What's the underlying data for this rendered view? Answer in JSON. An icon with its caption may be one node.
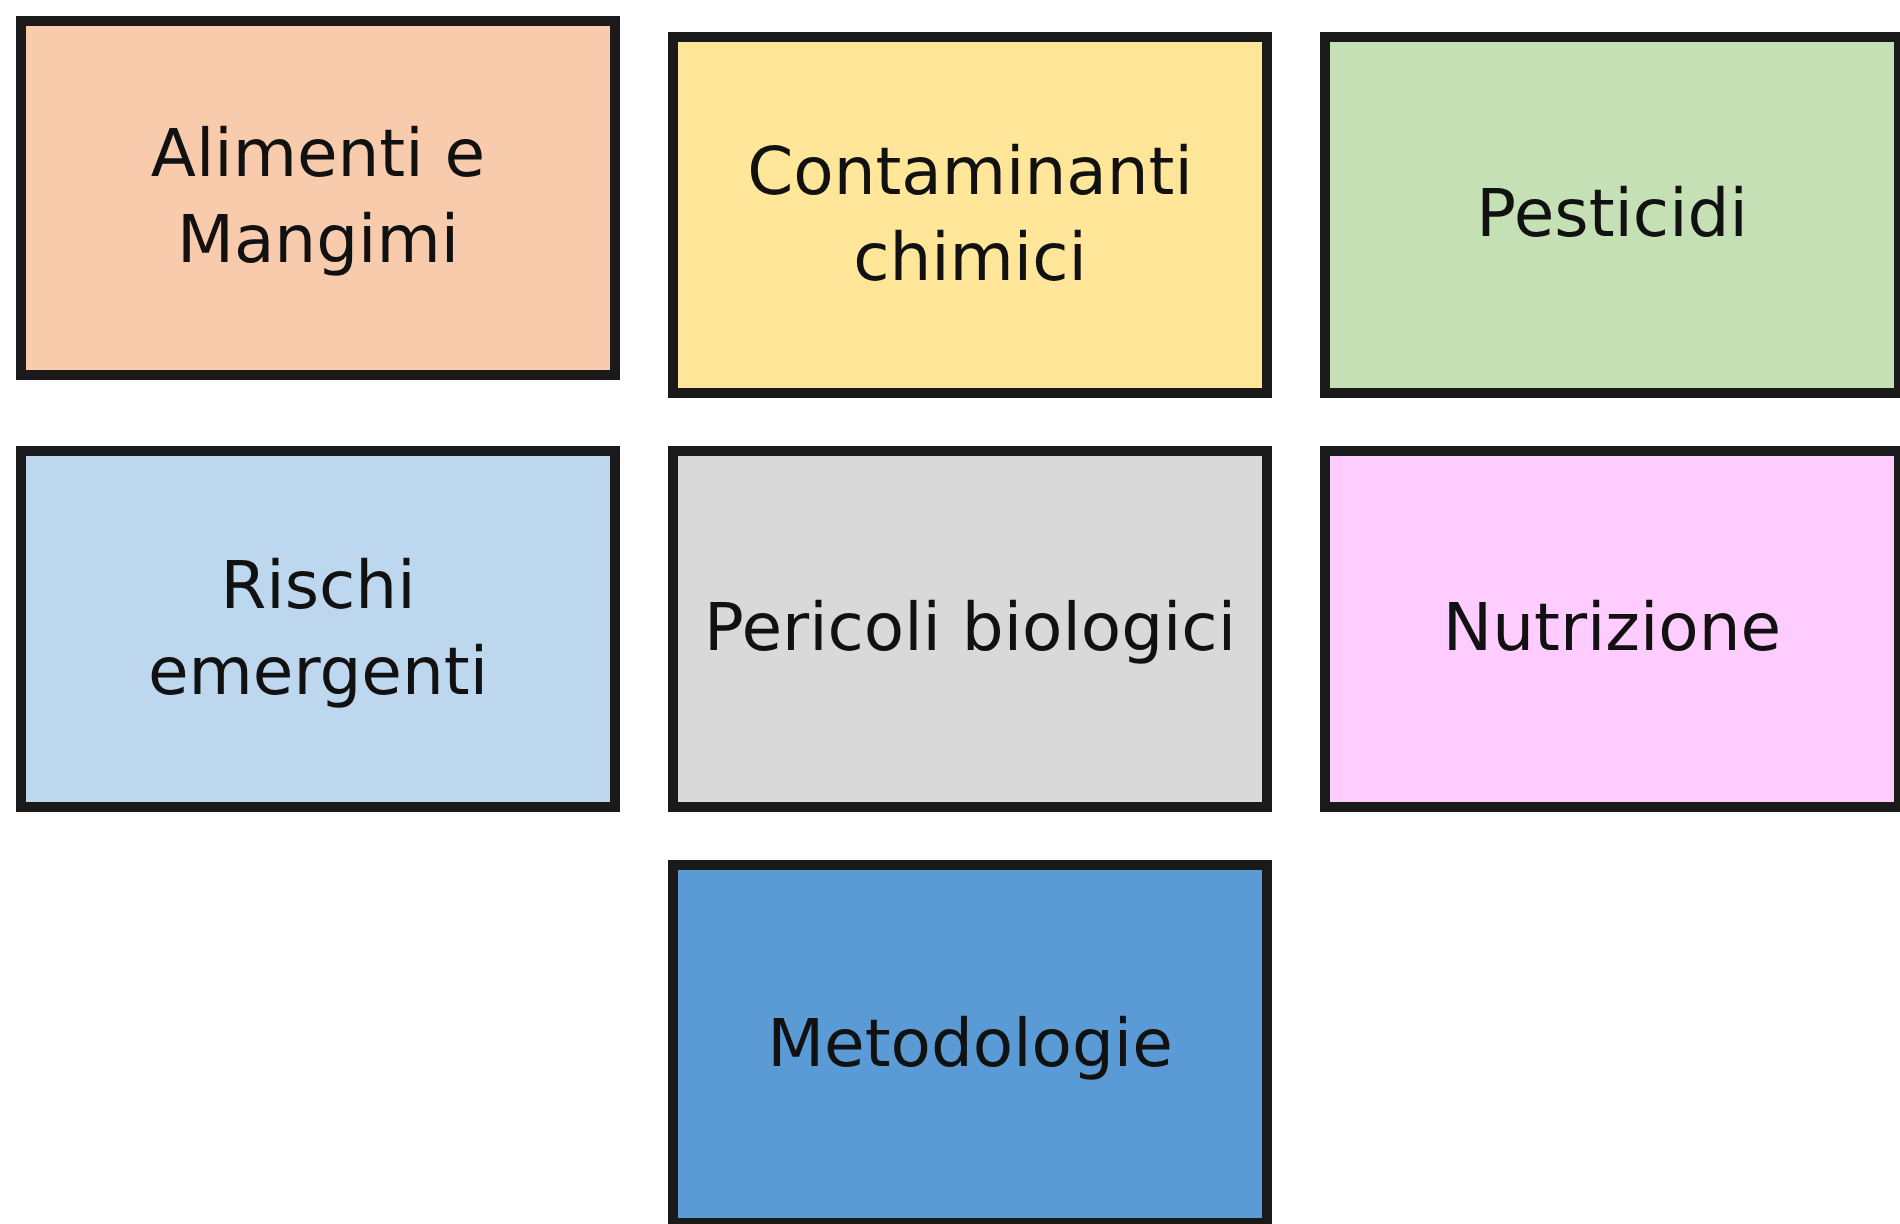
{
  "diagram": {
    "nodes": [
      {
        "text": [
          "Alimenti e Mangimi"
        ]
      },
      {
        "text": [
          "Contaminanti chimici"
        ]
      },
      {
        "text": [
          "Pesticidi"
        ]
      },
      {
        "text": [
          "Rischi emergenti"
        ]
      },
      {
        "text": [
          "Pericoli biologici"
        ]
      },
      {
        "text": [
          "Nutrizione"
        ]
      },
      {
        "text": [
          "Metodologie"
        ]
      }
    ]
  }
}
